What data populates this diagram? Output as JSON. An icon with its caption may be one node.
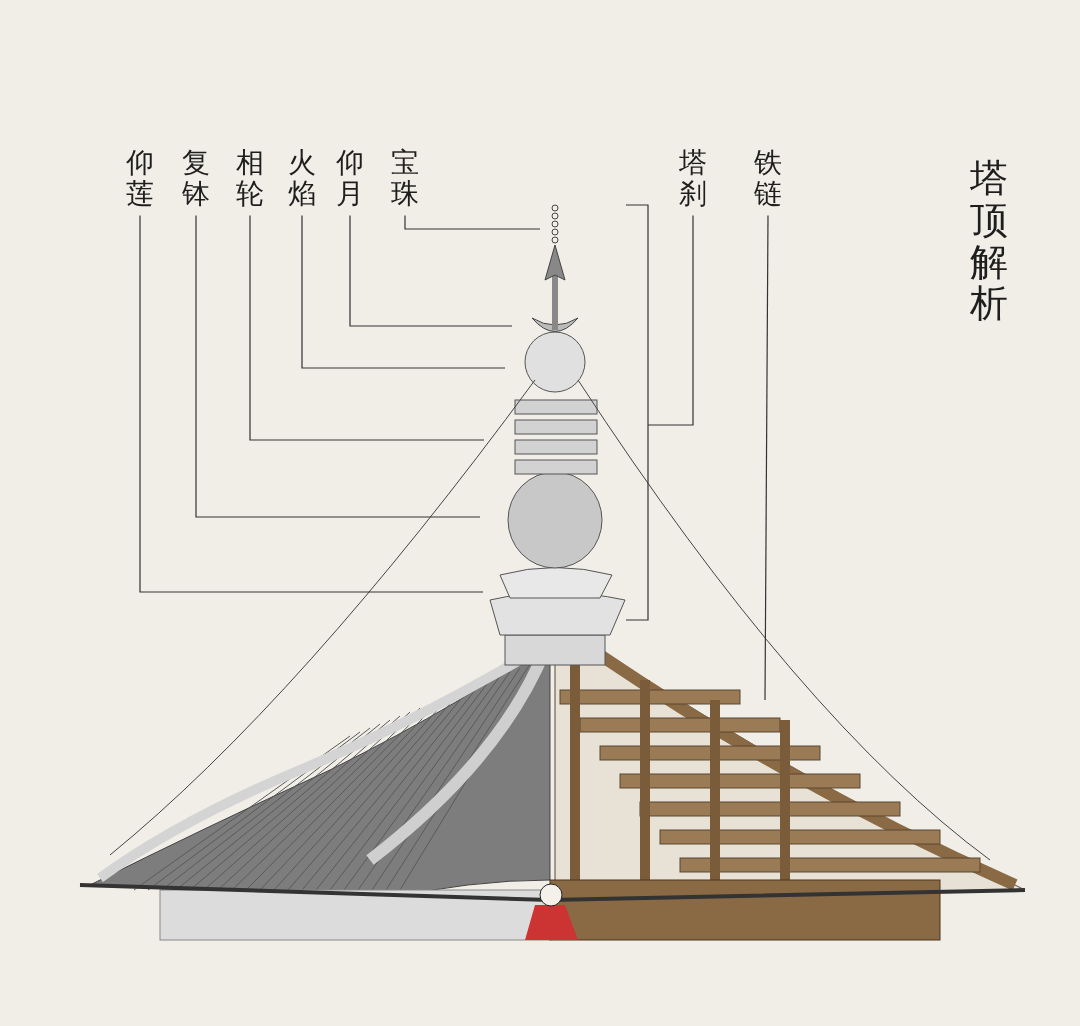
{
  "diagram": {
    "title": "塔顶解析",
    "nodes": [
      {
        "text": [
          "仰莲"
        ]
      },
      {
        "text": [
          "复钵"
        ]
      },
      {
        "text": [
          "相轮"
        ]
      },
      {
        "text": [
          "火焰"
        ]
      },
      {
        "text": [
          "仰月"
        ]
      },
      {
        "text": [
          "宝珠"
        ]
      },
      {
        "text": [
          "塔刹"
        ]
      },
      {
        "text": [
          "铁链"
        ]
      },
      {
        "text": [],
        "shape": "bracket"
      }
    ],
    "edges": [
      {
        "from": 0,
        "to": null,
        "arrow": "none"
      },
      {
        "from": 1,
        "to": null,
        "arrow": "none"
      },
      {
        "from": 2,
        "to": null,
        "arrow": "none"
      },
      {
        "from": 3,
        "to": null,
        "arrow": "none"
      },
      {
        "from": 4,
        "to": null,
        "arrow": "none"
      },
      {
        "from": 5,
        "to": null,
        "arrow": "none"
      },
      {
        "from": 6,
        "to": 8,
        "arrow": "none"
      },
      {
        "from": 7,
        "to": null,
        "arrow": "none"
      }
    ]
  }
}
